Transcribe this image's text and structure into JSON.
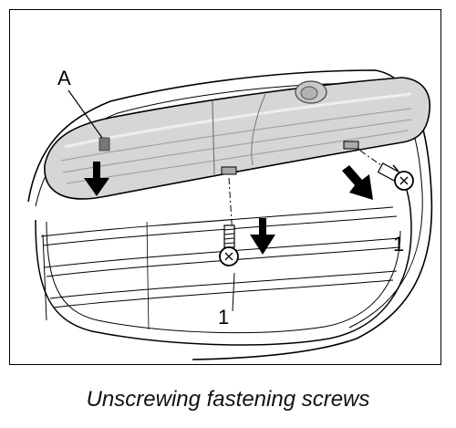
{
  "figure": {
    "callouts": {
      "part_a": "A",
      "screw_left": "1",
      "screw_right": "1"
    },
    "caption": "Unscrewing fastening screws"
  }
}
